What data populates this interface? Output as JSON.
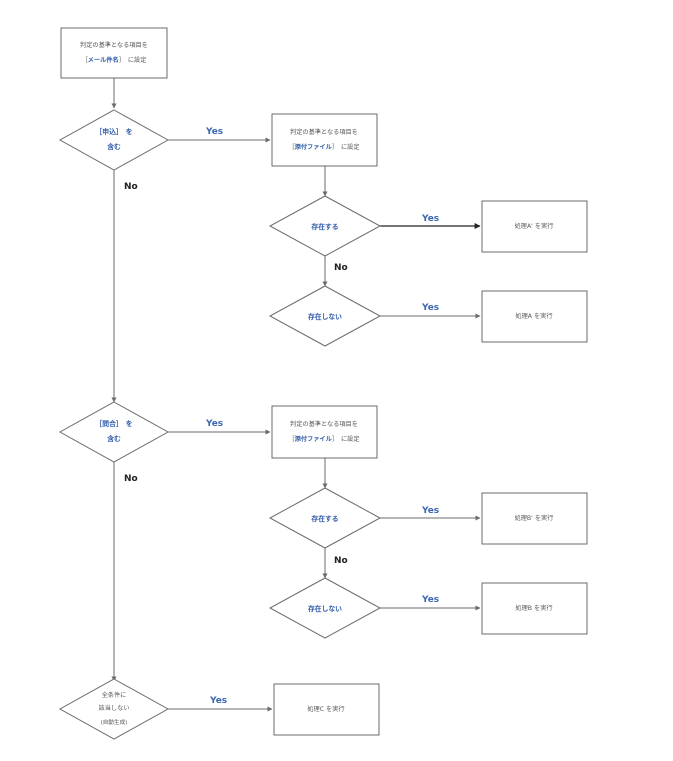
{
  "flow": {
    "start": {
      "line1": "判定の基準となる項目を",
      "bracket_left": "［",
      "key": "メール件名",
      "bracket_right": "］",
      "suffix": "に設定"
    },
    "cond1": {
      "bracket_left": "［",
      "key": "申込",
      "bracket_right": "］",
      "suffix": "を",
      "line2": "含む"
    },
    "cond2": {
      "bracket_left": "［",
      "key": "問合",
      "bracket_right": "］",
      "suffix": "を",
      "line2": "含む"
    },
    "cond3": {
      "line1": "全条件に",
      "line2": "該当しない",
      "line3": "(自動生成)"
    },
    "attach_box_1": {
      "line1": "判定の基準となる項目を",
      "bracket_left": "［",
      "key": "添付ファイル",
      "bracket_right": "］",
      "suffix": "に設定"
    },
    "attach_box_2": {
      "line1": "判定の基準となる項目を",
      "bracket_left": "［",
      "key": "添付ファイル",
      "bracket_right": "］",
      "suffix": "に設定"
    },
    "exists_1": "存在する",
    "not_exists_1": "存在しない",
    "exists_2": "存在する",
    "not_exists_2": "存在しない",
    "proc_a_prime": "処理A' を実行",
    "proc_a": "処理A を実行",
    "proc_b_prime": "処理B' を実行",
    "proc_b": "処理B を実行",
    "proc_c": "処理C を実行"
  },
  "labels": {
    "yes": "Yes",
    "no": "No"
  },
  "colors": {
    "accent_text": "#2e5aa8",
    "yes_text": "#3b66b0",
    "stroke": "#6b6b6b",
    "body_text": "#555555"
  }
}
